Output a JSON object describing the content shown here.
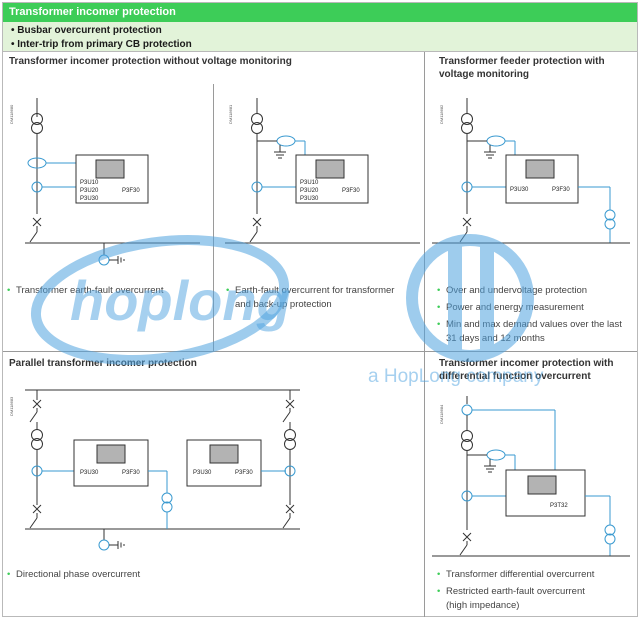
{
  "header": {
    "title": "Transformer incomer protection",
    "bullets": [
      "Busbar overcurrent protection",
      "Inter-trip from primary CB protection"
    ]
  },
  "panels": {
    "p1": {
      "title": "Transformer incomer protection without voltage monitoring",
      "code_a": "DM118680",
      "code_b": "DM118681",
      "relay_a": [
        "P3U10",
        "P3U20",
        "P3U30"
      ],
      "relay_a_right": "P3F30",
      "relay_b": [
        "P3U10",
        "P3U20",
        "P3U30"
      ],
      "relay_b_right": "P3F30",
      "bullets_a": [
        "Transformer earth-fault overcurrent"
      ],
      "bullets_b": [
        "Earth-fault overcurrent for transformer",
        "and back-up protection"
      ]
    },
    "p2": {
      "title_l1": "Transformer feeder protection with",
      "title_l2": "voltage monitoring",
      "code": "DM118682",
      "relay_left": "P3U30",
      "relay_right": "P3F30",
      "bullets": [
        "Over and undervoltage protection",
        "Power and energy measurement",
        "Min and max demand values over the last",
        "31 days and 12 months"
      ]
    },
    "p3": {
      "title": "Parallel transformer incomer protection",
      "code": "DM118683",
      "relay1_left": "P3U30",
      "relay1_right": "P3F30",
      "relay2_left": "P3U30",
      "relay2_right": "P3F30",
      "bullets": [
        "Directional phase overcurrent"
      ]
    },
    "p4": {
      "title_l1": "Transformer incomer protection with",
      "title_l2": "differential function overcurrent",
      "code": "DM118684",
      "relay": "P3T32",
      "bullets": [
        "Transformer differential overcurrent",
        "Restricted earth-fault overcurrent",
        "(high impedance)"
      ]
    }
  },
  "watermark": {
    "logo": "hoplong",
    "tagline": "a HopLong company"
  },
  "colors": {
    "header_green": "#3dcd58",
    "band_green": "#e2f3d9",
    "diagram_line": "#3a9ad0",
    "watermark_blue": "#4fa3e0"
  }
}
